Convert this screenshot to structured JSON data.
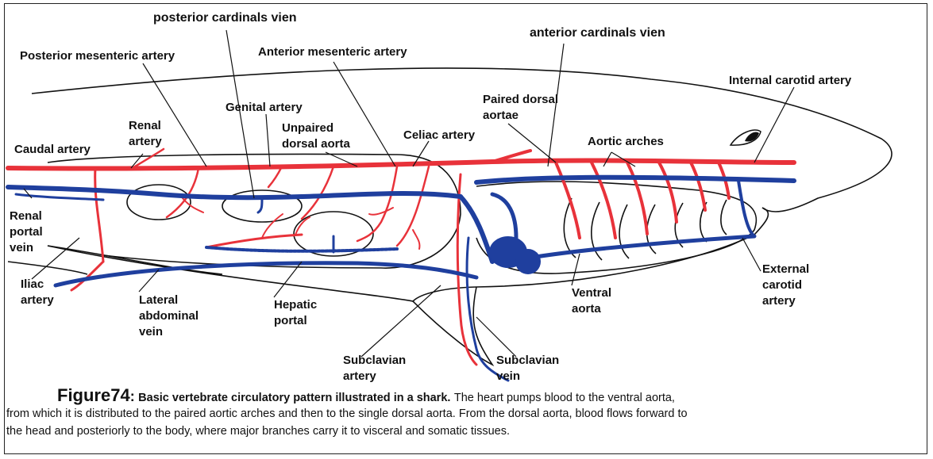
{
  "labels": {
    "posterior_cardinals_vien": "posterior cardinals vien",
    "anterior_cardinals_vien": "anterior cardinals vien",
    "posterior_mesenteric_artery": "Posterior mesenteric artery",
    "anterior_mesenteric_artery": "Anterior mesenteric artery",
    "internal_carotid_artery": "Internal carotid artery",
    "paired_dorsal_aortae": [
      "Paired dorsal",
      "aortae"
    ],
    "genital_artery": "Genital artery",
    "renal_artery": [
      "Renal",
      "artery"
    ],
    "unpaired_dorsal_aorta": [
      "Unpaired",
      "dorsal aorta"
    ],
    "celiac_artery": "Celiac artery",
    "aortic_arches": "Aortic arches",
    "caudal_artery": "Caudal artery",
    "renal_portal_vein": [
      "Renal",
      "portal",
      "vein"
    ],
    "iliac_artery": [
      "Iliac",
      "artery"
    ],
    "lateral_abdominal_vein": [
      "Lateral",
      "abdominal",
      "vein"
    ],
    "hepatic_portal": [
      "Hepatic",
      "portal"
    ],
    "ventral_aorta": [
      "Ventral",
      "aorta"
    ],
    "external_carotid_artery": [
      "External",
      "carotid",
      "artery"
    ],
    "subclavian_artery": [
      "Subclavian",
      "artery"
    ],
    "subclavian_vein": [
      "Subclavian",
      "vein"
    ]
  },
  "caption": {
    "figure": "Figure74",
    "colon": ":",
    "title": "Basic vertebrate circulatory pattern illustrated in a shark.",
    "line1_rest": "The heart pumps blood to the ventral aorta,",
    "line2": "from which it is distributed to the paired aortic arches and then to the single dorsal aorta. From the dorsal aorta, blood flows forward to",
    "line3": "the head and posteriorly to the body, where major branches carry it to visceral and somatic tissues."
  },
  "colors": {
    "artery": "#e8323a",
    "vein": "#1f3f9e",
    "outline": "#111111"
  }
}
